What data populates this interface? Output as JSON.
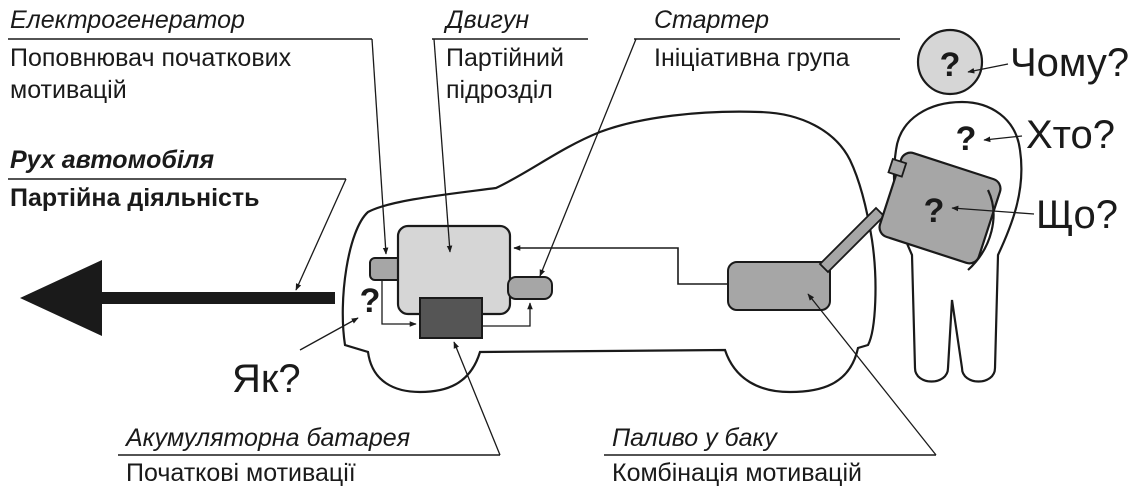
{
  "labels": {
    "generator_title": "Електрогенератор",
    "generator_line1": "Поповнювач початкових",
    "generator_line2": "мотивацій",
    "engine_title": "Двигун",
    "engine_line1": "Партійний",
    "engine_line2": "підрозділ",
    "starter_title": "Стартер",
    "starter_text": "Ініціативна група",
    "movement_title": "Рух автомобіля",
    "movement_text": "Партійна діяльність",
    "battery_title": "Акумуляторна батарея",
    "battery_text": "Початкові мотивації",
    "fuel_title": "Паливо у баку",
    "fuel_text": "Комбінація мотивацій"
  },
  "questions": {
    "how": "Як?",
    "why": "Чому?",
    "who": "Хто?",
    "what": "Що?",
    "mark": "?"
  },
  "colors": {
    "engine_fill": "#d6d6d6",
    "part_fill": "#a6a6a6",
    "battery_fill": "#555555",
    "head_fill": "#d6d6d6",
    "canister_fill": "#a6a6a6",
    "line": "#1a1a1a"
  }
}
